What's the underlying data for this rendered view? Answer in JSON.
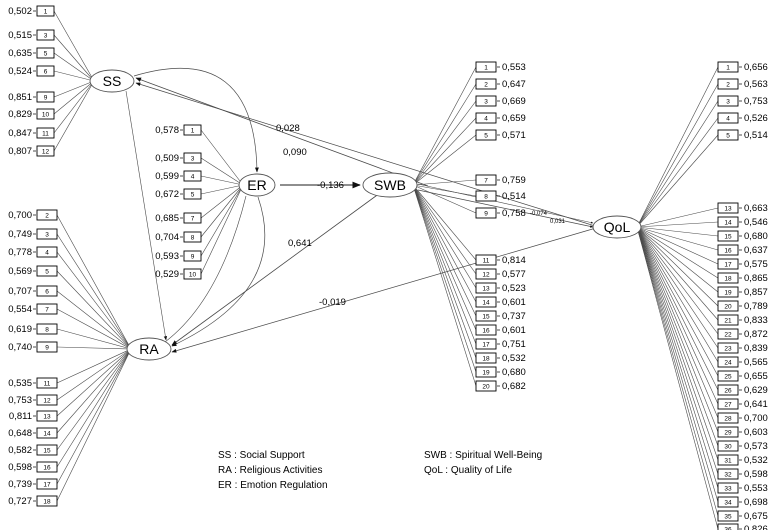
{
  "latents": {
    "SS": "SS",
    "ER": "ER",
    "RA": "RA",
    "SWB": "SWB",
    "QoL": "QoL"
  },
  "paths": {
    "ss_swb": "0,028",
    "ss_qol": "0,090",
    "er_swb": "-0,136",
    "ra_swb": "0,641",
    "ra_qol": "-0,019",
    "swb_qol_a": "-0,074",
    "swb_qol_b": "0,031"
  },
  "indicators": {
    "SS": [
      {
        "item": "1",
        "loading": "0,502"
      },
      {
        "item": "3",
        "loading": "0,515"
      },
      {
        "item": "5",
        "loading": "0,635"
      },
      {
        "item": "6",
        "loading": "0,524"
      },
      {
        "item": "9",
        "loading": "0,851"
      },
      {
        "item": "10",
        "loading": "0,829"
      },
      {
        "item": "11",
        "loading": "0,847"
      },
      {
        "item": "12",
        "loading": "0,807"
      }
    ],
    "ER": [
      {
        "item": "1",
        "loading": "0,578"
      },
      {
        "item": "3",
        "loading": "0,509"
      },
      {
        "item": "4",
        "loading": "0,599"
      },
      {
        "item": "5",
        "loading": "0,672"
      },
      {
        "item": "7",
        "loading": "0,685"
      },
      {
        "item": "8",
        "loading": "0,704"
      },
      {
        "item": "9",
        "loading": "0,593"
      },
      {
        "item": "10",
        "loading": "0,529"
      }
    ],
    "RA": [
      {
        "item": "2",
        "loading": "0,700"
      },
      {
        "item": "3",
        "loading": "0,749"
      },
      {
        "item": "4",
        "loading": "0,778"
      },
      {
        "item": "5",
        "loading": "0,569"
      },
      {
        "item": "6",
        "loading": "0,707"
      },
      {
        "item": "7",
        "loading": "0,554"
      },
      {
        "item": "8",
        "loading": "0,619"
      },
      {
        "item": "9",
        "loading": "0,740"
      },
      {
        "item": "11",
        "loading": "0,535"
      },
      {
        "item": "12",
        "loading": "0,753"
      },
      {
        "item": "13",
        "loading": "0,811"
      },
      {
        "item": "14",
        "loading": "0,648"
      },
      {
        "item": "15",
        "loading": "0,582"
      },
      {
        "item": "16",
        "loading": "0,598"
      },
      {
        "item": "17",
        "loading": "0,739"
      },
      {
        "item": "18",
        "loading": "0,727"
      }
    ],
    "SWB": [
      {
        "item": "1",
        "loading": "0,553"
      },
      {
        "item": "2",
        "loading": "0,647"
      },
      {
        "item": "3",
        "loading": "0,669"
      },
      {
        "item": "4",
        "loading": "0,659"
      },
      {
        "item": "5",
        "loading": "0,571"
      },
      {
        "item": "7",
        "loading": "0,759"
      },
      {
        "item": "8",
        "loading": "0,514"
      },
      {
        "item": "9",
        "loading": "0,758"
      },
      {
        "item": "11",
        "loading": "0,814"
      },
      {
        "item": "12",
        "loading": "0,577"
      },
      {
        "item": "13",
        "loading": "0,523"
      },
      {
        "item": "14",
        "loading": "0,601"
      },
      {
        "item": "15",
        "loading": "0,737"
      },
      {
        "item": "16",
        "loading": "0,601"
      },
      {
        "item": "17",
        "loading": "0,751"
      },
      {
        "item": "18",
        "loading": "0,532"
      },
      {
        "item": "19",
        "loading": "0,680"
      },
      {
        "item": "20",
        "loading": "0,682"
      }
    ],
    "QoL": [
      {
        "item": "1",
        "loading": "0,656"
      },
      {
        "item": "2",
        "loading": "0,563"
      },
      {
        "item": "3",
        "loading": "0,753"
      },
      {
        "item": "4",
        "loading": "0,526"
      },
      {
        "item": "5",
        "loading": "0,514"
      },
      {
        "item": "13",
        "loading": "0,663"
      },
      {
        "item": "14",
        "loading": "0,546"
      },
      {
        "item": "15",
        "loading": "0,680"
      },
      {
        "item": "16",
        "loading": "0,637"
      },
      {
        "item": "17",
        "loading": "0,575"
      },
      {
        "item": "18",
        "loading": "0,865"
      },
      {
        "item": "19",
        "loading": "0,857"
      },
      {
        "item": "20",
        "loading": "0,789"
      },
      {
        "item": "21",
        "loading": "0,833"
      },
      {
        "item": "22",
        "loading": "0,872"
      },
      {
        "item": "23",
        "loading": "0,839"
      },
      {
        "item": "24",
        "loading": "0,565"
      },
      {
        "item": "25",
        "loading": "0,655"
      },
      {
        "item": "26",
        "loading": "0,629"
      },
      {
        "item": "27",
        "loading": "0,641"
      },
      {
        "item": "28",
        "loading": "0,700"
      },
      {
        "item": "29",
        "loading": "0,603"
      },
      {
        "item": "30",
        "loading": "0,573"
      },
      {
        "item": "31",
        "loading": "0,532"
      },
      {
        "item": "32",
        "loading": "0,598"
      },
      {
        "item": "33",
        "loading": "0,553"
      },
      {
        "item": "34",
        "loading": "0,698"
      },
      {
        "item": "35",
        "loading": "0,675"
      },
      {
        "item": "36",
        "loading": "0,826"
      }
    ]
  },
  "legend": {
    "left": [
      "SS : Social Support",
      "RA : Religious Activities",
      "ER : Emotion Regulation"
    ],
    "right": [
      "SWB : Spiritual Well-Being",
      "QoL : Quality of Life"
    ]
  },
  "colors": {
    "line": "#4a4a4a",
    "background": "#ffffff"
  }
}
